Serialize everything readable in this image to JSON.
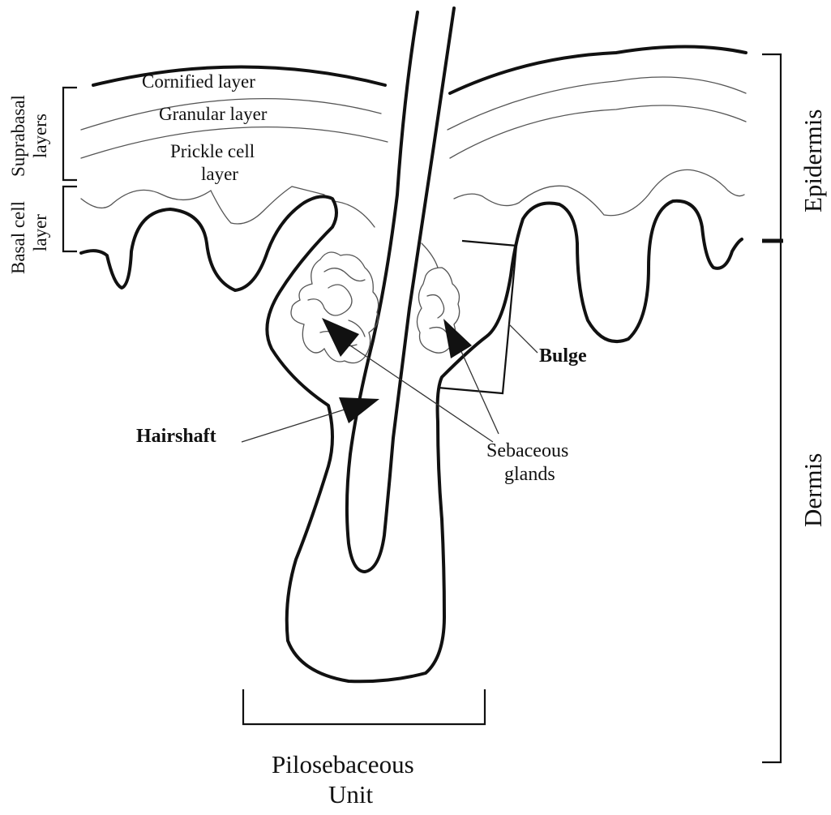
{
  "labels": {
    "cornified": "Cornified layer",
    "granular": "Granular layer",
    "prickle_line1": "Prickle cell",
    "prickle_line2": "layer",
    "suprabasal_line1": "Suprabasal",
    "suprabasal_line2": "layers",
    "basal_line1": "Basal cell",
    "basal_line2": "layer",
    "epidermis": "Epidermis",
    "dermis": "Dermis",
    "bulge": "Bulge",
    "hairshaft": "Hairshaft",
    "sebaceous_line1": "Sebaceous",
    "sebaceous_line2": "glands",
    "pilosebaceous_line1": "Pilosebaceous",
    "pilosebaceous_line2": "Unit"
  },
  "colors": {
    "ink": "#111111",
    "fine_line": "#555555",
    "background": "#ffffff"
  }
}
